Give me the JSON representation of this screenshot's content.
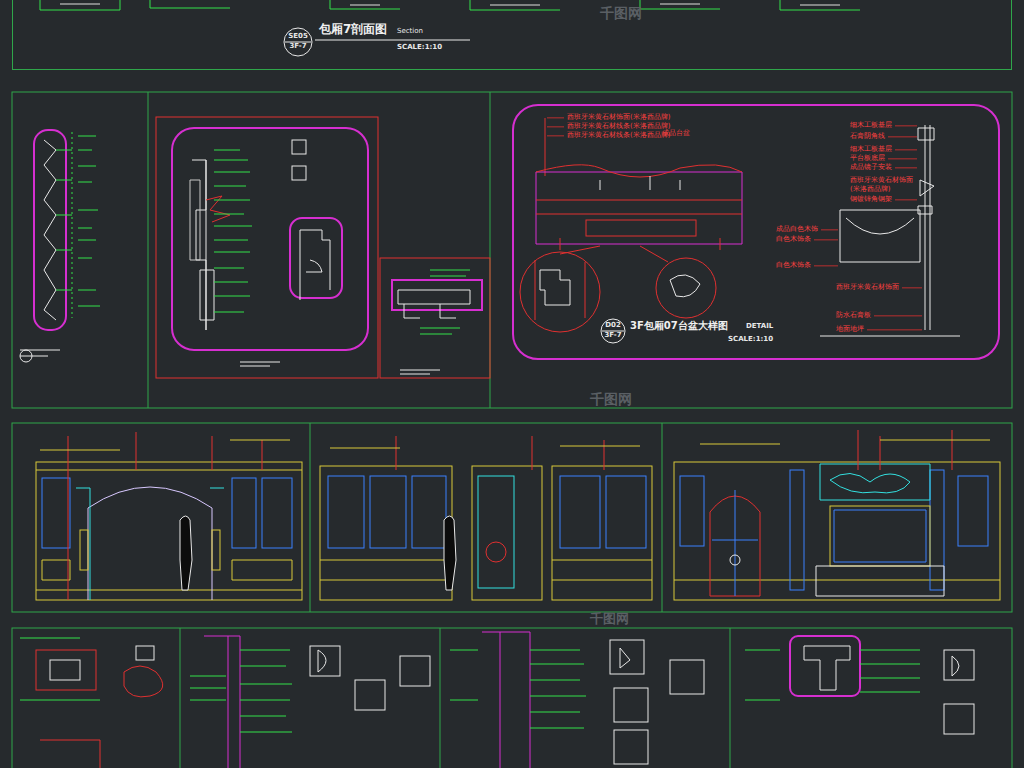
{
  "diagram": {
    "nodes": [
      {
        "text": [
          "包厢7剖面图",
          "Section",
          "SCALE:1:10"
        ]
      },
      {
        "text": [
          "SE05",
          "3F-7"
        ],
        "in": 0
      },
      {
        "text": [
          "3F包厢07台盆大样图",
          "DETAIL",
          "SCALE:1:10"
        ]
      },
      {
        "text": [
          "D02",
          "3F-7"
        ],
        "in": 2
      }
    ],
    "labels": [
      "西班牙米黄石材饰面(米洛西品牌)",
      "西班牙米黄石材线条(米洛西品牌)",
      "西班牙米黄石材线条(米洛西品牌)",
      "成品台盆",
      "细木工板基层",
      "石膏阴角线",
      "细木工板基层",
      "平台板底层",
      "成品镜子安装",
      "西班牙米黄石材饰面",
      "(米洛西品牌)",
      "钢镀锌角钢架",
      "成品白色木饰",
      "白色木饰条",
      "白色木饰条",
      "西班牙米黄石材饰面",
      "防水石膏板",
      "地面地坪",
      "千图网",
      "千图网",
      "千图网"
    ]
  }
}
